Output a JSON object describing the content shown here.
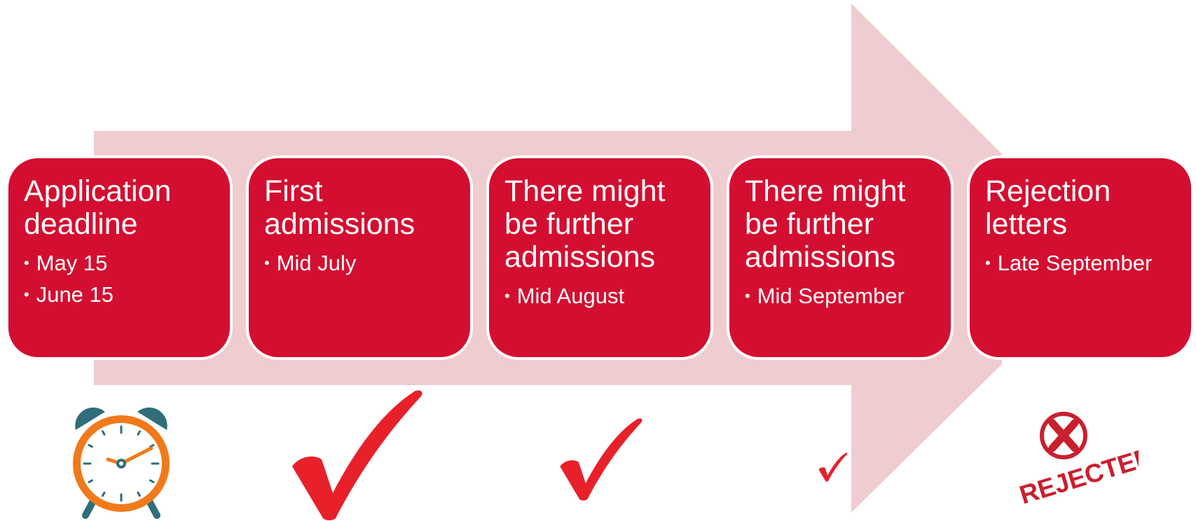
{
  "steps": [
    {
      "title": "Application deadline",
      "bullets": [
        "May 15",
        "June 15"
      ]
    },
    {
      "title": "First admissions",
      "bullets": [
        "Mid July"
      ]
    },
    {
      "title": "There might be further admissions",
      "bullets": [
        "Mid August"
      ]
    },
    {
      "title": "There might be further admissions",
      "bullets": [
        "Mid September"
      ]
    },
    {
      "title": "Rejection letters",
      "bullets": [
        "Late September"
      ]
    }
  ],
  "stamp": {
    "text": "REJECTED"
  },
  "icons": [
    "alarm-clock-icon",
    "large-checkmark-icon",
    "medium-checkmark-icon",
    "small-checkmark-icon",
    "rejected-stamp-icon"
  ],
  "colors": {
    "box_fill": "#D40E30",
    "arrow_fill": "#EFCCCF",
    "check_red": "#E8202A",
    "clock_orange": "#F07A1A",
    "clock_teal": "#2F6E7A"
  }
}
